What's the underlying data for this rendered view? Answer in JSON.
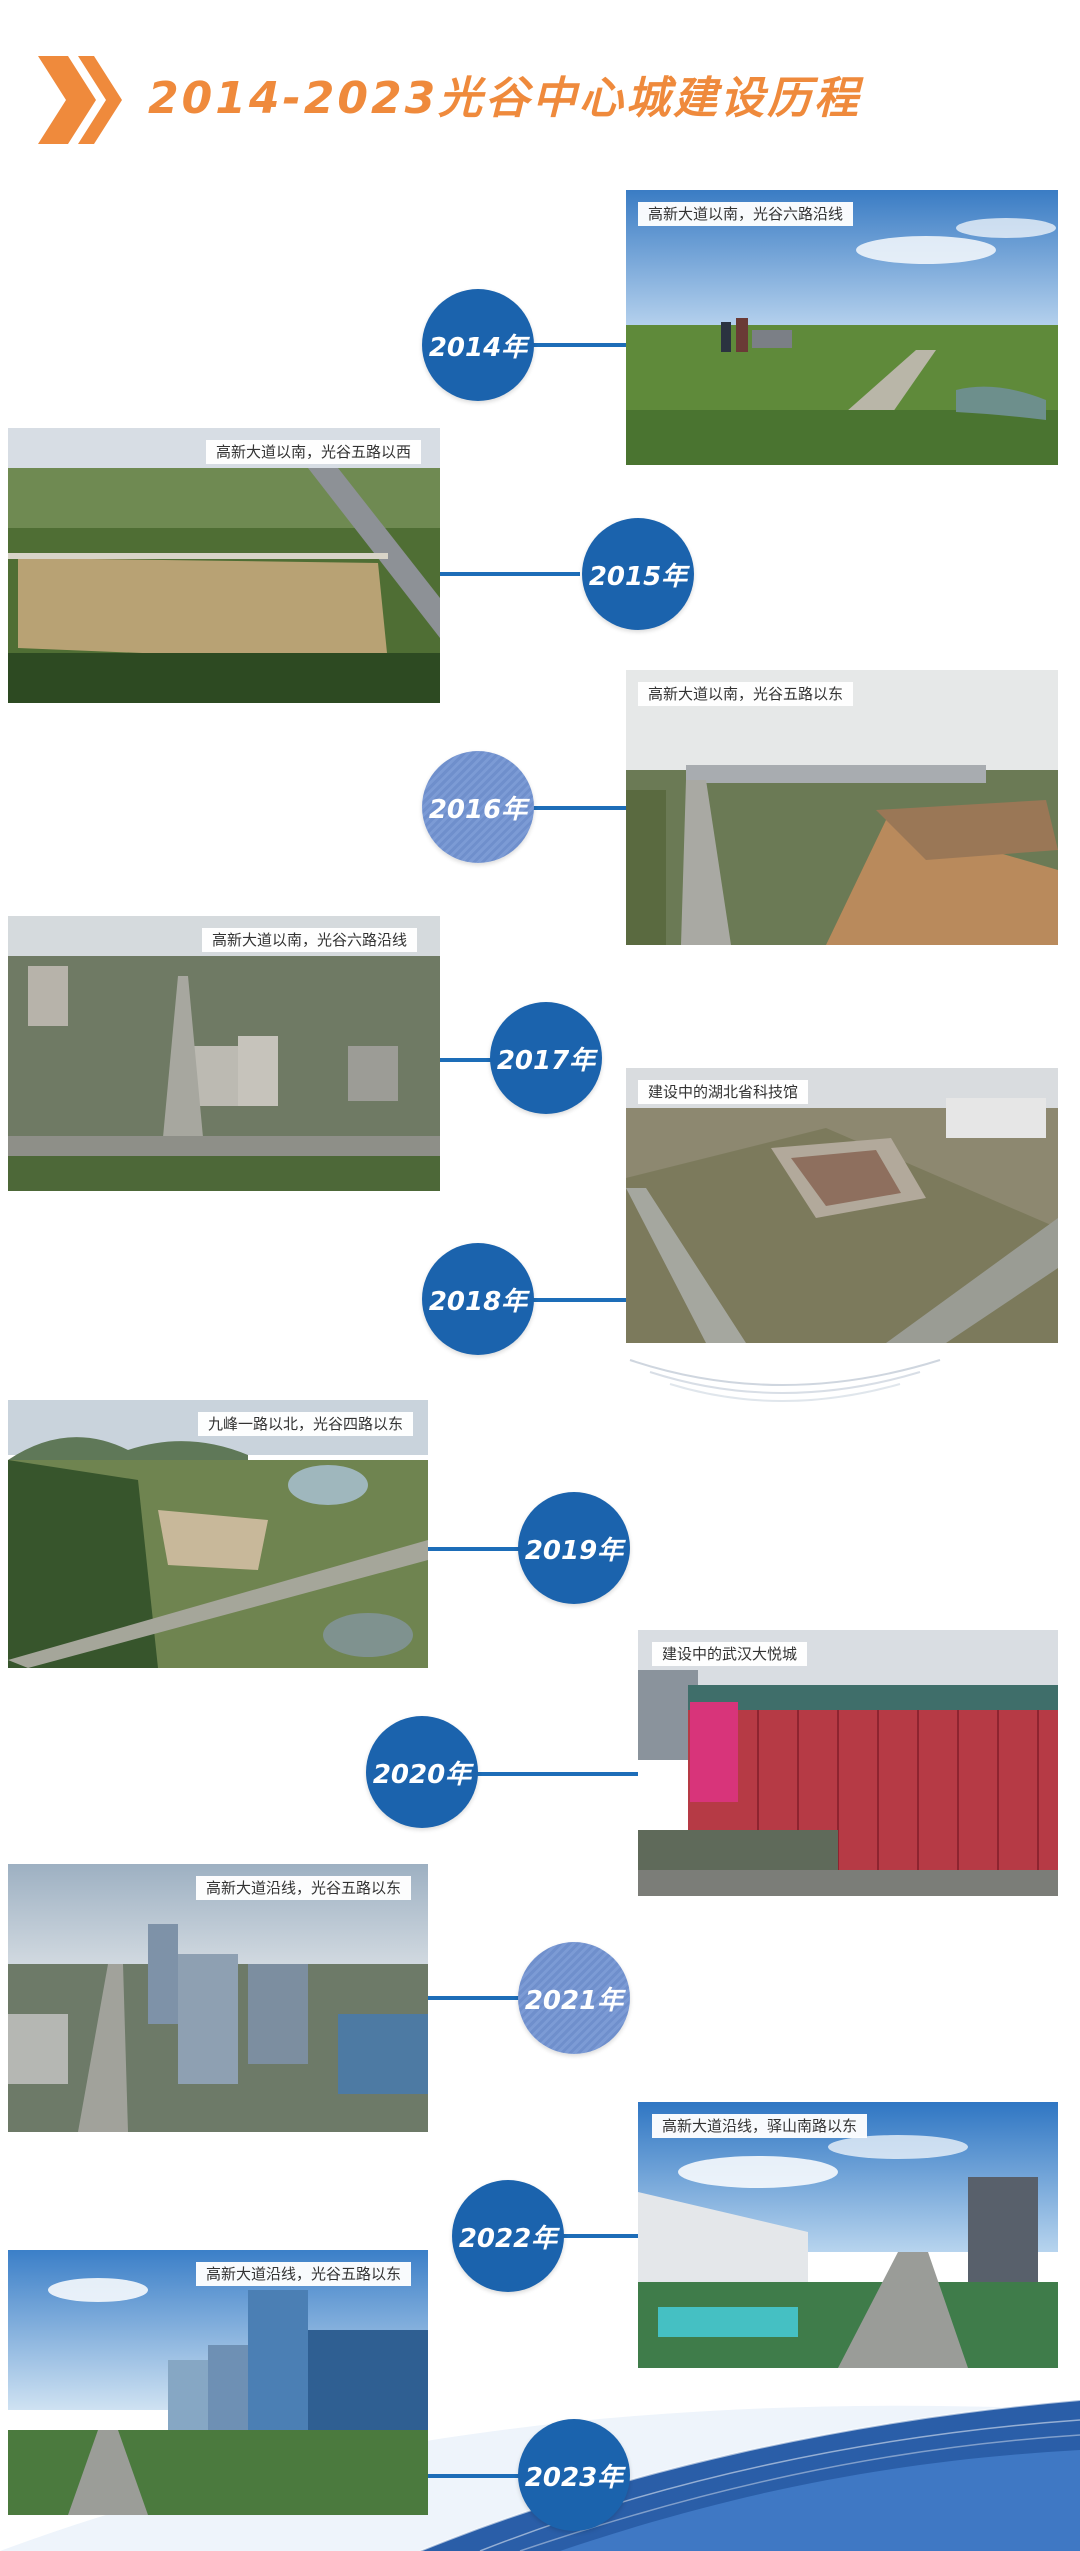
{
  "header": {
    "title": "2014-2023光谷中心城建设历程"
  },
  "timeline": [
    {
      "year": "2014年",
      "caption": "高新大道以南，光谷六路沿线"
    },
    {
      "year": "2015年",
      "caption": "高新大道以南，光谷五路以西"
    },
    {
      "year": "2016年",
      "caption": "高新大道以南，光谷五路以东"
    },
    {
      "year": "2017年",
      "caption": "高新大道以南，光谷六路沿线"
    },
    {
      "year": "2018年",
      "caption": "建设中的湖北省科技馆"
    },
    {
      "year": "2019年",
      "caption": "九峰一路以北，光谷四路以东"
    },
    {
      "year": "2020年",
      "caption": "建设中的武汉大悦城"
    },
    {
      "year": "2021年",
      "caption": "高新大道沿线，光谷五路以东"
    },
    {
      "year": "2022年",
      "caption": "高新大道沿线，驿山南路以东"
    },
    {
      "year": "2023年",
      "caption": "高新大道沿线，光谷五路以东"
    }
  ],
  "theme": {
    "primary_blue": "#1b63ad",
    "light_blue": "#7c9bd5",
    "orange": "#ef8a3c"
  }
}
